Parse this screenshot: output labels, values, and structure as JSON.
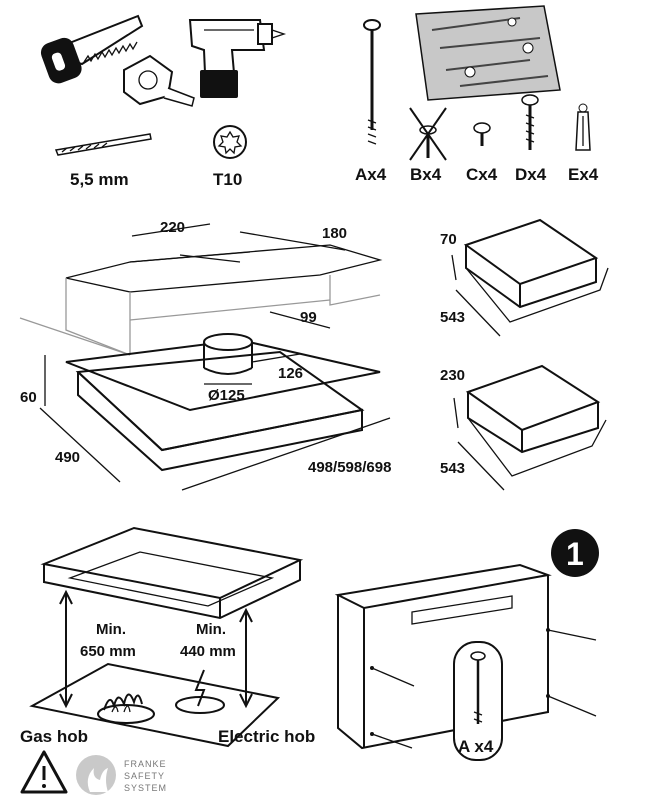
{
  "tools": {
    "drill_size": "5,5 mm",
    "bit": "T10"
  },
  "parts": [
    "Ax4",
    "Bx4",
    "Cx4",
    "Dx4",
    "Ex4"
  ],
  "dimensions": {
    "d220": "220",
    "d180": "180",
    "d99": "99",
    "d126": "126",
    "d125": "Ø125",
    "d60": "60",
    "d490": "490",
    "d_width": "498/598/698",
    "box1_h": "70",
    "box1_d": "543",
    "box2_h": "230",
    "box2_d": "543"
  },
  "clearance": {
    "gas_min": "Min.",
    "gas_value": "650 mm",
    "electric_min": "Min.",
    "electric_value": "440 mm",
    "gas_label": "Gas hob",
    "electric_label": "Electric hob"
  },
  "mounting": {
    "step": "1",
    "screws": "A x4"
  },
  "safety": {
    "line1": "FRANKE",
    "line2": "SAFETY",
    "line3": "SYSTEM"
  }
}
